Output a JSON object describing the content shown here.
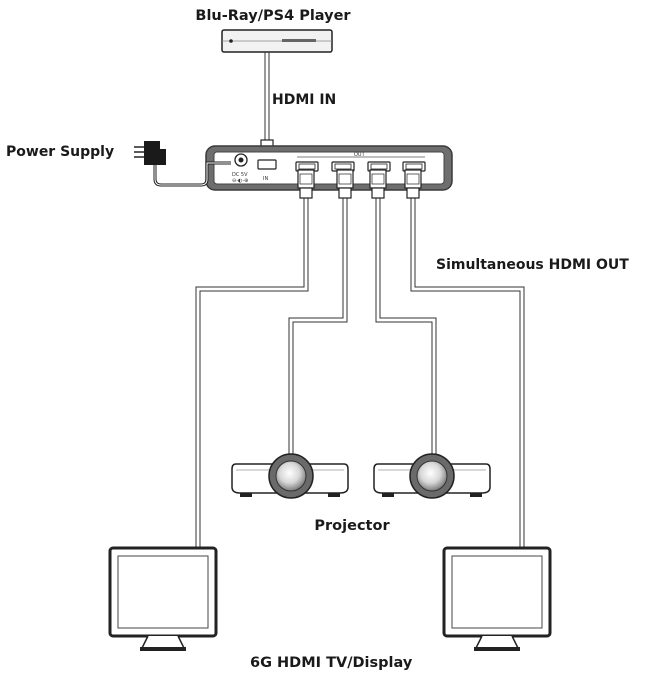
{
  "labels": {
    "source": "Blu-Ray/PS4 Player",
    "hdmi_in": "HDMI IN",
    "power": "Power Supply",
    "simultaneous": "Simultaneous HDMI OUT",
    "projector": "Projector",
    "display": "6G HDMI TV/Display"
  },
  "panel": {
    "dc_label": "DC 5V",
    "in_label": "IN",
    "out_label": "OUT"
  }
}
